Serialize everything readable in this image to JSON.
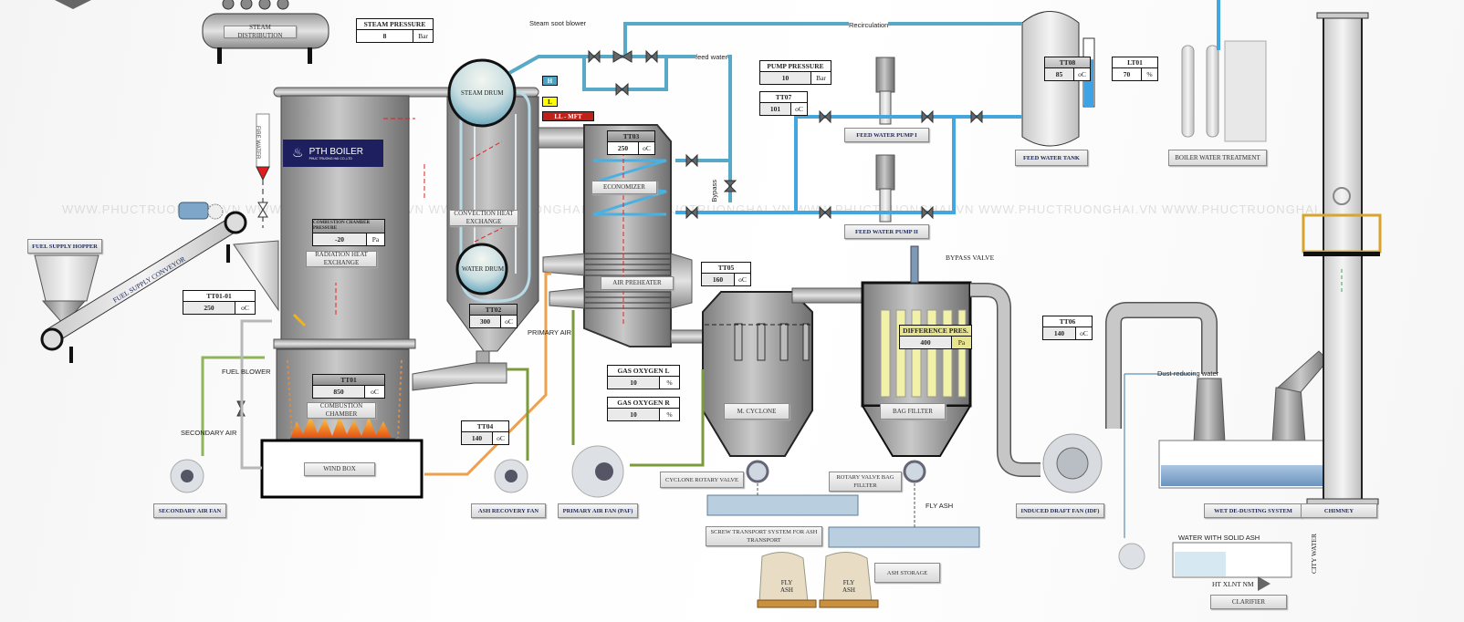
{
  "watermark": "WWW.PHUCTRUONGHAI.VN WWW.PHUCTRUONGHAI.VN WWW.PHUCTRUONGHAI.VN WWW.PHUCTRUONGHAI.VN WWW.PHUCTRUONGHAI.VN WWW.PHUCTRUONGHAI.VN WWW.PHUCTRUONGHAI.VN",
  "logo": {
    "brand": "PTH BOILER",
    "sub": "PHUC TRUONG HAI CO.,LTD"
  },
  "colors": {
    "feed_water": "#44a6df",
    "recirc_water": "#57a9c7",
    "primary_air": "#f0a04b",
    "secondary_air": "#7a9a3c",
    "fuel_air": "#b8b8b8",
    "alarm_high": "#4aa6c6",
    "alarm_low": "#ffff00",
    "alarm_mft": "#c0201a",
    "logo_bg": "#1d1f5e"
  },
  "equipment": {
    "steam_distribution": "STEAM DISTRIBUTION",
    "steam_drum": "STEAM DRUM",
    "water_drum": "WATER DRUM",
    "convection": "CONVECTION HEAT EXCHANGE",
    "radiation": "RADIATION HEAT EXCHANGE",
    "combustion_chamber": "COMBUSTION CHAMBER",
    "wind_box": "WIND BOX",
    "economizer": "ECONOMIZER",
    "air_preheater": "AIR PREHEATER",
    "m_cyclone": "M. CYCLONE",
    "bag_filter": "BAG FILLTER",
    "feed_water_pump_1": "FEED WATER PUMP I",
    "feed_water_pump_2": "FEED WATER PUMP II",
    "feed_water_tank": "FEED WATER TANK",
    "boiler_water_treatment": "BOILER WATER TREATMENT",
    "fuel_supply_hopper": "FUEL SUPPLY HOPPER",
    "fuel_supply_conveyor": "FUEL SUPPLY CONVEYOR",
    "secondary_air_fan": "SECONDARY AIR FAN",
    "ash_recovery_fan": "ASH RECOVERY FAN",
    "primary_air_fan": "PRIMARY AIR FAN (PAF)",
    "cyclone_rotary_valve": "CYCLONE ROTARY VALVE",
    "rotary_valve_bag_filter": "ROTARY VALVE BAG FILLTER",
    "screw_transport": "SCREW TRANSPORT SYSTEM FOR ASH TRANSPORT",
    "ash_storage": "ASH STORAGE",
    "fly_ash_bag_1": "FLY ASH",
    "fly_ash_bag_2": "FLY ASH",
    "induced_draft_fan": "INDUCED DRAFT FAN (IDF)",
    "wet_dedusting": "WET DE-DUSTING SYSTEM",
    "chimney": "CHIMNEY",
    "clarifier": "CLARIFIER",
    "fire_water": "FIRE WATER"
  },
  "flow_labels": {
    "steam_soot_blower": "Steam soot blower",
    "recirculation": "Recirculation",
    "feed_water": "feed water",
    "bypass": "Bypass",
    "primary_air": "PRIMARY AIR",
    "fuel_blower": "FUEL BLOWER",
    "secondary_air": "SECONDARY AIR",
    "bypass_valve": "BYPASS VALVE",
    "fly_ash": "FLY ASH",
    "dust_reducing_water": "Dust-reducing water",
    "water_with_solid_ash": "WATER WITH SOLID ASH",
    "city_water": "CITY WATER",
    "ht_xlnt": "HT XLNT NM"
  },
  "alarms": {
    "high": "H",
    "low": "L",
    "mft": "LL - MFT"
  },
  "instruments": {
    "steam_pressure": {
      "tag": "STEAM PRESSURE",
      "value": "8",
      "unit": "Bar"
    },
    "pump_pressure": {
      "tag": "PUMP PRESSURE",
      "value": "10",
      "unit": "Bar"
    },
    "tt07": {
      "tag": "TT07",
      "value": "101",
      "unit": "oC"
    },
    "tt03": {
      "tag": "TT03",
      "value": "250",
      "unit": "oC"
    },
    "tt08": {
      "tag": "TT08",
      "value": "85",
      "unit": "oC"
    },
    "lt01": {
      "tag": "LT01",
      "value": "70",
      "unit": "%"
    },
    "chamber_pressure": {
      "tag": "COMBUSTION CHAMBER PRESSURE",
      "value": "-20",
      "unit": "Pa"
    },
    "tt01_01": {
      "tag": "TT01-01",
      "value": "250",
      "unit": "oC"
    },
    "tt01": {
      "tag": "TT01",
      "value": "850",
      "unit": "oC"
    },
    "tt02": {
      "tag": "TT02",
      "value": "300",
      "unit": "oC"
    },
    "tt04": {
      "tag": "TT04",
      "value": "140",
      "unit": "oC"
    },
    "tt05": {
      "tag": "TT05",
      "value": "160",
      "unit": "oC"
    },
    "gas_oxygen_l": {
      "tag": "GAS OXYGEN L",
      "value": "10",
      "unit": "%"
    },
    "gas_oxygen_r": {
      "tag": "GAS OXYGEN R",
      "value": "10",
      "unit": "%"
    },
    "difference_pres": {
      "tag": "DIFFERENCE PRES.",
      "value": "400",
      "unit": "Pa"
    },
    "tt06": {
      "tag": "TT06",
      "value": "140",
      "unit": "oC"
    }
  },
  "feed_water_tank_level_pct": 70
}
